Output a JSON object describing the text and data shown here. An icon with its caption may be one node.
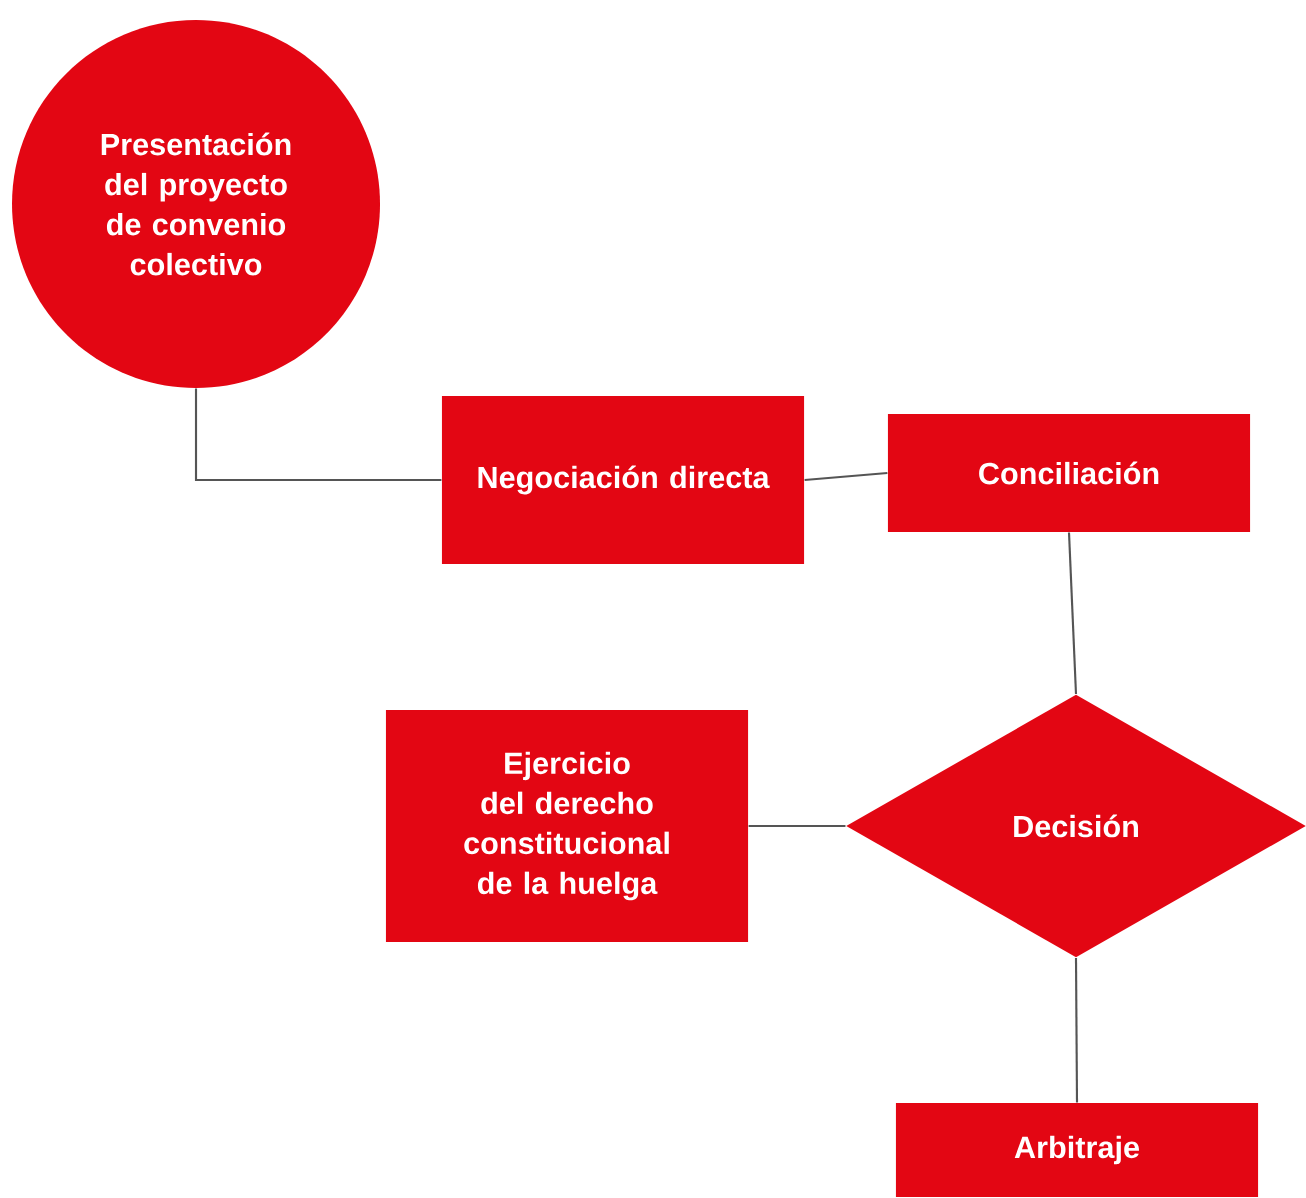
{
  "diagram": {
    "nodes": [
      {
        "text": [
          "Presentación del proyecto de convenio colectivo"
        ]
      },
      {
        "text": [
          "Negociación directa"
        ]
      },
      {
        "text": [
          "Conciliación"
        ]
      },
      {
        "text": [
          "Ejercicio del derecho constitucional de la huelga"
        ]
      },
      {
        "text": [
          "Decisión"
        ]
      },
      {
        "text": [
          "Arbitraje"
        ]
      }
    ],
    "edges": [
      {
        "from": 0,
        "to": 1,
        "arrow": "none"
      },
      {
        "from": 1,
        "to": 2,
        "arrow": "none"
      },
      {
        "from": 2,
        "to": 4,
        "arrow": "none"
      },
      {
        "from": 4,
        "to": 3,
        "arrow": "none"
      },
      {
        "from": 4,
        "to": 5,
        "arrow": "none"
      }
    ]
  }
}
